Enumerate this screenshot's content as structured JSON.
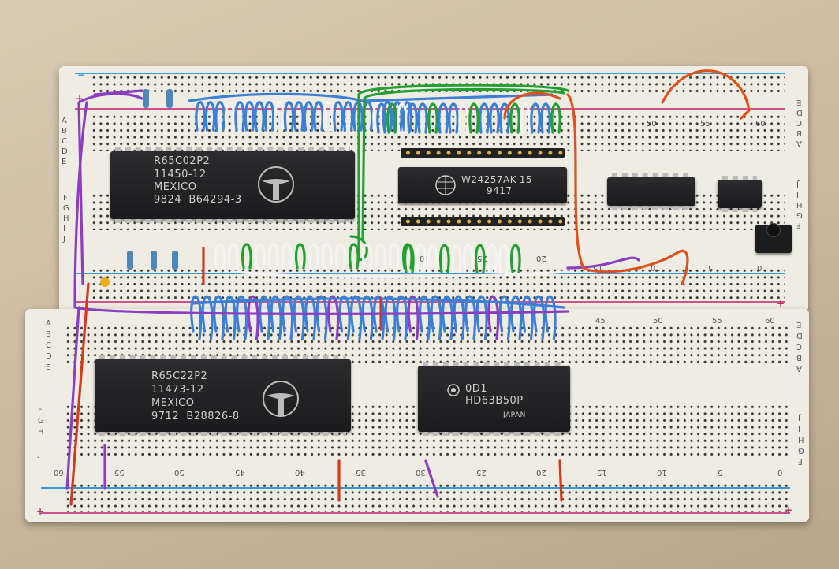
{
  "chips": {
    "cpu": {
      "line1": "R65C02P2",
      "line2": "11450-12",
      "line3": "MEXICO",
      "line4": "9824  B64294-3"
    },
    "ram": {
      "line1": "W24257AK-15",
      "line2": "9417"
    },
    "via": {
      "line1": "R65C22P2",
      "line2": "11473-12",
      "line3": "MEXICO",
      "line4": "9712  B28826-8"
    },
    "acia": {
      "line1": "0D1",
      "line2": "HD63B50P",
      "line3": "JAPAN"
    }
  },
  "top_board": {
    "rows_left_top": [
      "A",
      "B",
      "C",
      "D",
      "E"
    ],
    "rows_left_bottom": [
      "F",
      "G",
      "H",
      "I",
      "J"
    ],
    "col_numbers_top": [
      "50",
      "55",
      "60"
    ],
    "col_numbers_mid": [
      "0",
      "5",
      "10",
      "15",
      "20",
      "25",
      "30"
    ],
    "col_numbers_rail": [
      "45",
      "50",
      "55",
      "60"
    ]
  },
  "bottom_board": {
    "rows_left_top": [
      "A",
      "B",
      "C",
      "D",
      "E"
    ],
    "rows_left_bottom": [
      "F",
      "G",
      "H",
      "I",
      "J"
    ],
    "col_numbers": [
      "60",
      "55",
      "50",
      "45",
      "40",
      "35",
      "30",
      "25",
      "20",
      "15",
      "10",
      "5",
      "0"
    ]
  },
  "rail_symbols": {
    "plus": "+",
    "minus": "−"
  },
  "colors": {
    "blue_wire": "#3b7fd6",
    "green_wire": "#22a032",
    "white_wire": "#f4f4f4",
    "purple_wire": "#8a3fc0",
    "red_wire": "#d43a1c",
    "orange_wire": "#e0501a"
  }
}
